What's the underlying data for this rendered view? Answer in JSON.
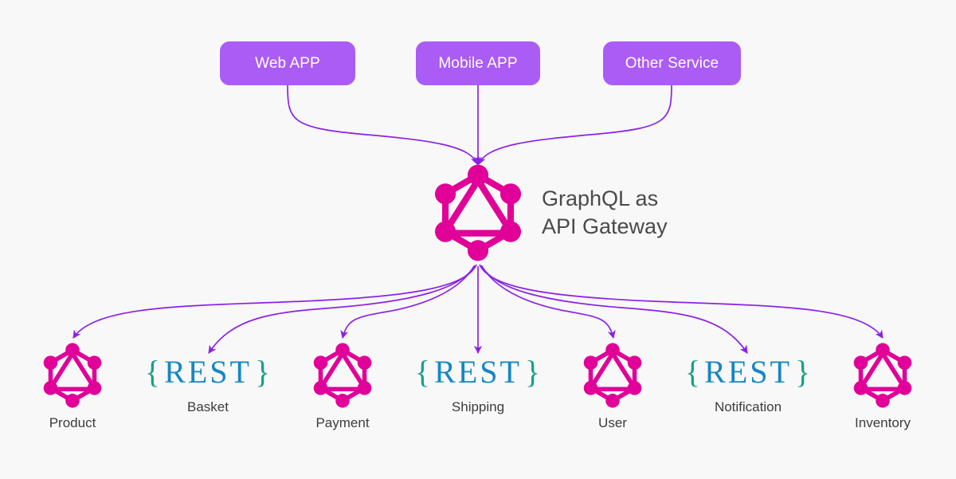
{
  "diagram": {
    "title": "GraphQL as API Gateway",
    "background_color": "#f8f8f8",
    "edge_color": "#8b21e8",
    "graphql_pink": "#e10098",
    "client_box_color": "#aa5cf5",
    "rest_brace_color": "#16a085",
    "rest_word_color": "#1587c4",
    "label_color": "#3c3c3c"
  },
  "clients": [
    {
      "id": "web",
      "label": "Web APP"
    },
    {
      "id": "mobile",
      "label": "Mobile APP"
    },
    {
      "id": "other",
      "label": "Other Service"
    }
  ],
  "gateway": {
    "icon": "graphql-logo",
    "title": "GraphQL as\nAPI Gateway",
    "title_line1": "GraphQL as",
    "title_line2": "API Gateway"
  },
  "services": [
    {
      "id": "product",
      "label": "Product",
      "kind": "graphql",
      "icon": "graphql-logo"
    },
    {
      "id": "basket",
      "label": "Basket",
      "kind": "rest",
      "icon": "rest-logo"
    },
    {
      "id": "payment",
      "label": "Payment",
      "kind": "graphql",
      "icon": "graphql-logo"
    },
    {
      "id": "shipping",
      "label": "Shipping",
      "kind": "rest",
      "icon": "rest-logo"
    },
    {
      "id": "user",
      "label": "User",
      "kind": "graphql",
      "icon": "graphql-logo"
    },
    {
      "id": "notification",
      "label": "Notification",
      "kind": "rest",
      "icon": "rest-logo"
    },
    {
      "id": "inventory",
      "label": "Inventory",
      "kind": "graphql",
      "icon": "graphql-logo"
    }
  ],
  "rest_mark": {
    "open_brace": "{",
    "word": "REST",
    "close_brace": "}"
  }
}
